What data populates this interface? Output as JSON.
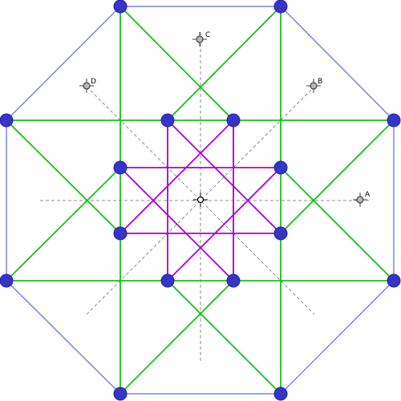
{
  "diagram": {
    "colors": {
      "background": "#ffffff",
      "octagon": "#7b86e0",
      "green_lines": "#17c017",
      "purple_lines": "#a800d0",
      "vertices": "#3535c8",
      "vertex_edge": "#2222aa",
      "guides": "#707070",
      "marker_fill": "#b8b8b8",
      "marker_stroke": "#404040",
      "center_marker": "#000000"
    },
    "control_points": [
      {
        "label": "A"
      },
      {
        "label": "B"
      },
      {
        "label": "C"
      },
      {
        "label": "D"
      }
    ],
    "vertex_groups": {
      "outer_octagon": 8,
      "inner_octagon": 8
    },
    "icons": {
      "center": "center-crosshair-icon",
      "control": "control-point-crosshair-icon"
    }
  }
}
